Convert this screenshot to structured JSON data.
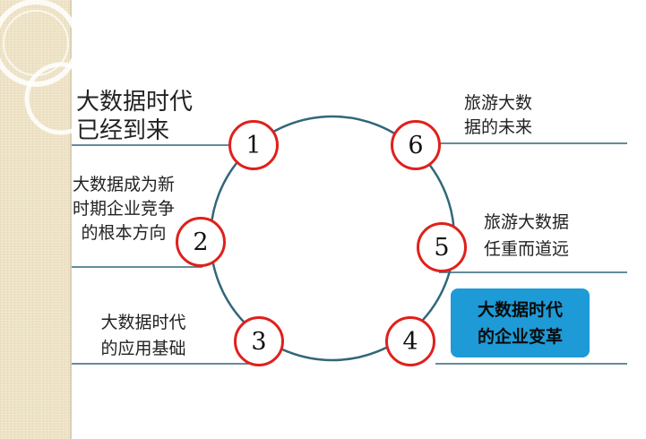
{
  "topics": {
    "t1": [
      "大数据时代",
      "已经到来"
    ],
    "t2": [
      "大数据成为新",
      "时期企业竞争",
      "的根本方向"
    ],
    "t3": [
      "大数据时代",
      "的应用基础"
    ],
    "t4": [
      "大数据时代",
      "的企业变革"
    ],
    "t5": [
      "旅游大数据",
      "任重而道远"
    ],
    "t6": [
      "旅游大数",
      "据的未来"
    ]
  },
  "nodes": [
    "1",
    "2",
    "3",
    "4",
    "5",
    "6"
  ],
  "colors": {
    "ring": "#31677a",
    "node_border": "#e0201c",
    "highlight_bg": "#1e9ad6",
    "strip": "#eee3c6"
  }
}
